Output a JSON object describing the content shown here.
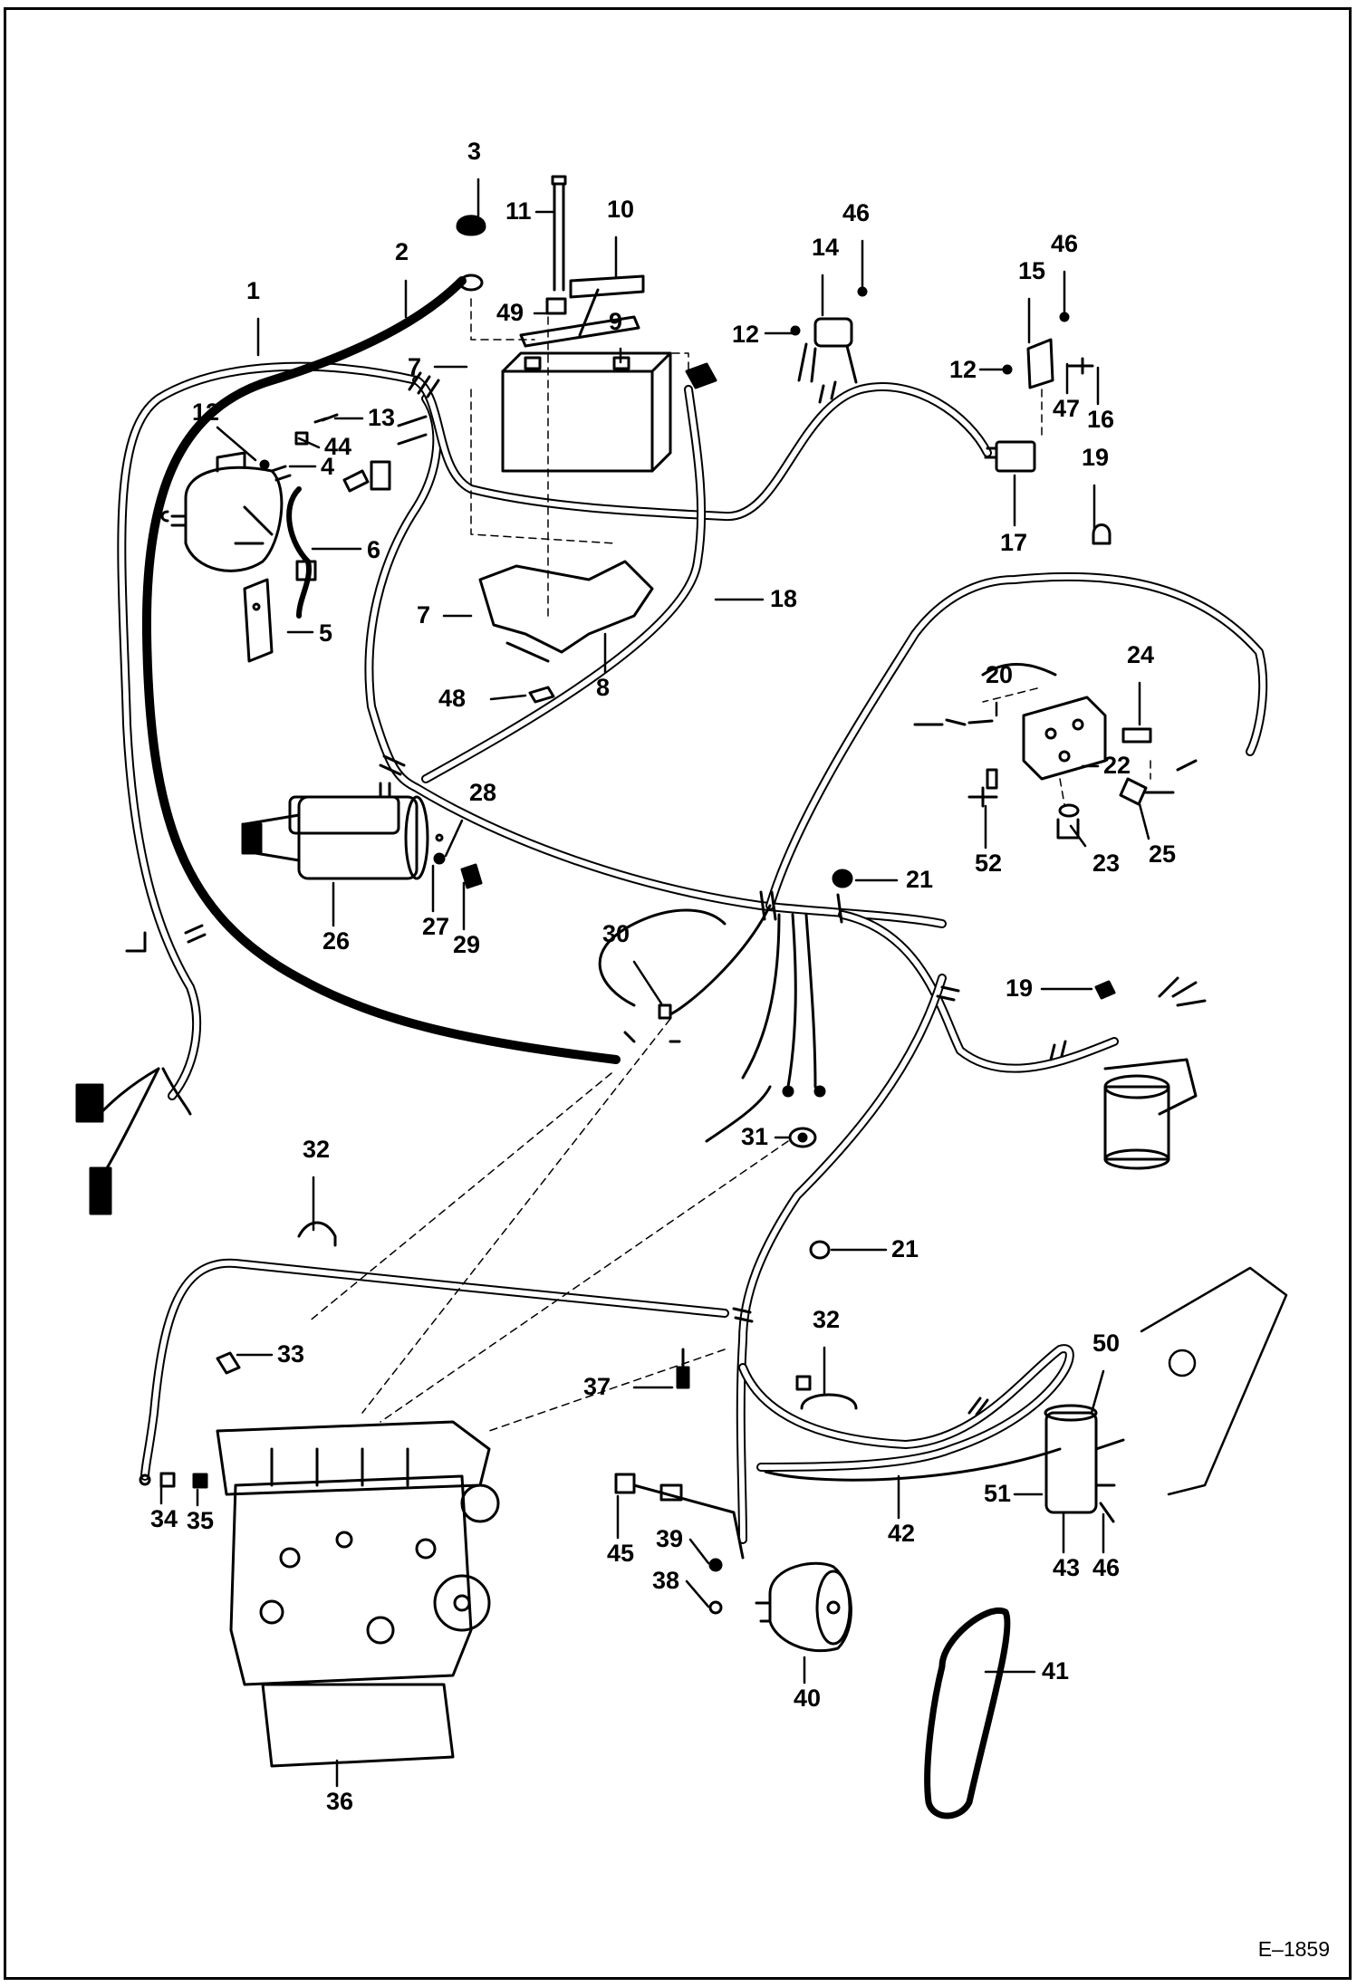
{
  "figure_id": "E–1859",
  "callouts": [
    {
      "id": "c1",
      "text": "1"
    },
    {
      "id": "c2",
      "text": "2"
    },
    {
      "id": "c3",
      "text": "3"
    },
    {
      "id": "c4",
      "text": "4"
    },
    {
      "id": "c5",
      "text": "5"
    },
    {
      "id": "c6",
      "text": "6"
    },
    {
      "id": "c7a",
      "text": "7"
    },
    {
      "id": "c7b",
      "text": "7"
    },
    {
      "id": "c8",
      "text": "8"
    },
    {
      "id": "c9",
      "text": "9"
    },
    {
      "id": "c10",
      "text": "10"
    },
    {
      "id": "c11",
      "text": "11"
    },
    {
      "id": "c12a",
      "text": "12"
    },
    {
      "id": "c12b",
      "text": "12"
    },
    {
      "id": "c12c",
      "text": "12"
    },
    {
      "id": "c13",
      "text": "13"
    },
    {
      "id": "c14",
      "text": "14"
    },
    {
      "id": "c15",
      "text": "15"
    },
    {
      "id": "c16",
      "text": "16"
    },
    {
      "id": "c17",
      "text": "17"
    },
    {
      "id": "c18",
      "text": "18"
    },
    {
      "id": "c19a",
      "text": "19"
    },
    {
      "id": "c19b",
      "text": "19"
    },
    {
      "id": "c20",
      "text": "20"
    },
    {
      "id": "c21a",
      "text": "21"
    },
    {
      "id": "c21b",
      "text": "21"
    },
    {
      "id": "c22",
      "text": "22"
    },
    {
      "id": "c23",
      "text": "23"
    },
    {
      "id": "c24",
      "text": "24"
    },
    {
      "id": "c25",
      "text": "25"
    },
    {
      "id": "c26",
      "text": "26"
    },
    {
      "id": "c27",
      "text": "27"
    },
    {
      "id": "c28",
      "text": "28"
    },
    {
      "id": "c29",
      "text": "29"
    },
    {
      "id": "c30",
      "text": "30"
    },
    {
      "id": "c31",
      "text": "31"
    },
    {
      "id": "c32a",
      "text": "32"
    },
    {
      "id": "c32b",
      "text": "32"
    },
    {
      "id": "c33",
      "text": "33"
    },
    {
      "id": "c34",
      "text": "34"
    },
    {
      "id": "c35",
      "text": "35"
    },
    {
      "id": "c36",
      "text": "36"
    },
    {
      "id": "c37",
      "text": "37"
    },
    {
      "id": "c38",
      "text": "38"
    },
    {
      "id": "c39",
      "text": "39"
    },
    {
      "id": "c40",
      "text": "40"
    },
    {
      "id": "c41",
      "text": "41"
    },
    {
      "id": "c42",
      "text": "42"
    },
    {
      "id": "c43",
      "text": "43"
    },
    {
      "id": "c44",
      "text": "44"
    },
    {
      "id": "c45",
      "text": "45"
    },
    {
      "id": "c46a",
      "text": "46"
    },
    {
      "id": "c46b",
      "text": "46"
    },
    {
      "id": "c46c",
      "text": "46"
    },
    {
      "id": "c47",
      "text": "47"
    },
    {
      "id": "c48",
      "text": "48"
    },
    {
      "id": "c49",
      "text": "49"
    },
    {
      "id": "c50",
      "text": "50"
    },
    {
      "id": "c51",
      "text": "51"
    },
    {
      "id": "c52",
      "text": "52"
    }
  ]
}
